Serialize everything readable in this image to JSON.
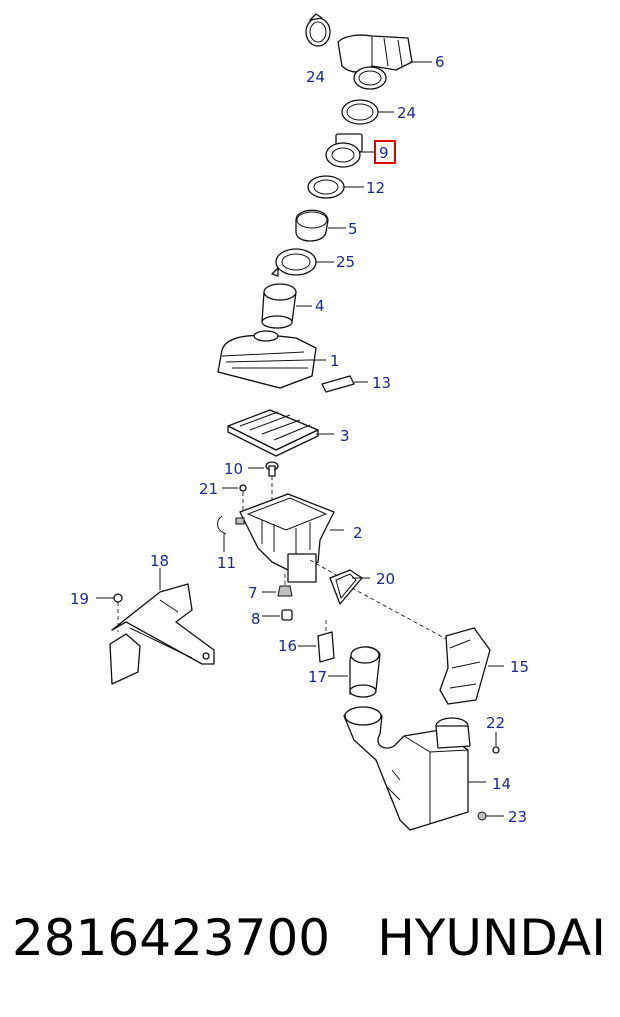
{
  "callouts": {
    "c24a": "24",
    "c6": "6",
    "c24b": "24",
    "c9": "9",
    "c12": "12",
    "c5": "5",
    "c25": "25",
    "c4": "4",
    "c1": "1",
    "c13": "13",
    "c3": "3",
    "c10": "10",
    "c21": "21",
    "c2": "2",
    "c11": "11",
    "c18": "18",
    "c19": "19",
    "c7": "7",
    "c20": "20",
    "c8": "8",
    "c16": "16",
    "c17": "17",
    "c15": "15",
    "c22": "22",
    "c14": "14",
    "c23": "23"
  },
  "highlight_color": "#e00000",
  "label_color": "#1a2a8c",
  "footer": {
    "part_number": "2816423700",
    "brand": "HYUNDAI"
  }
}
